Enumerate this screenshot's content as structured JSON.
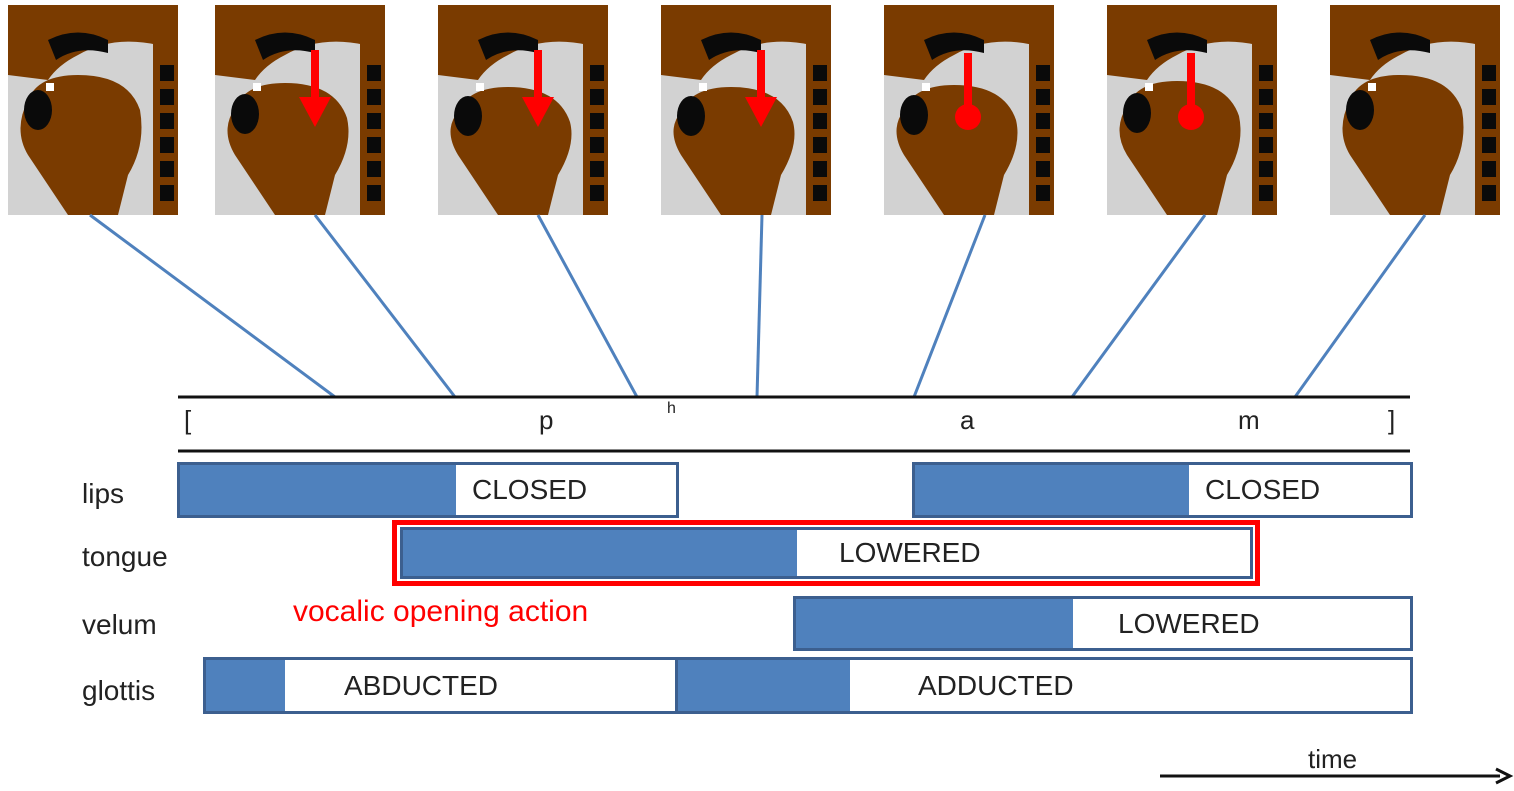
{
  "colors": {
    "tissue": "#7a3b00",
    "cavity": "#0a0a0a",
    "frame_bg": "#d2d2d2",
    "connector": "#4f81bd",
    "bar_fill": "#4f81bd",
    "bar_border": "#3c5f8f",
    "highlight": "#ff0000"
  },
  "frames": [
    {
      "marker": "none"
    },
    {
      "marker": "arrow-down"
    },
    {
      "marker": "arrow-down"
    },
    {
      "marker": "arrow-down"
    },
    {
      "marker": "pin"
    },
    {
      "marker": "pin"
    },
    {
      "marker": "none"
    }
  ],
  "transcription": {
    "open_bracket": "[",
    "p": "p",
    "h": "h",
    "a": "a",
    "m": "m",
    "close_bracket": "]"
  },
  "tiers": {
    "lips": {
      "label": "lips",
      "segments": [
        {
          "state": "CLOSED"
        },
        {
          "state": "CLOSED"
        }
      ]
    },
    "tongue": {
      "label": "tongue",
      "segments": [
        {
          "state": "LOWERED"
        }
      ]
    },
    "velum": {
      "label": "velum",
      "segments": [
        {
          "state": "LOWERED"
        }
      ]
    },
    "glottis": {
      "label": "glottis",
      "segments": [
        {
          "state": "ABDUCTED"
        },
        {
          "state": "ADDUCTED"
        }
      ]
    }
  },
  "annotation": {
    "text": "vocalic opening action"
  },
  "time_axis": {
    "label": "time"
  }
}
